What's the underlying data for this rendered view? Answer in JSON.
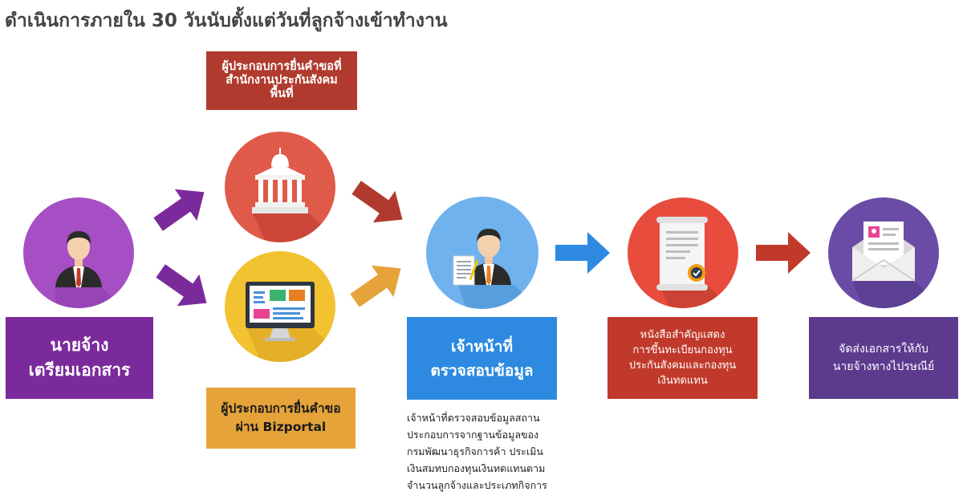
{
  "title": "ดำเนินการภายใน 30 วันนับตั้งแต่วันที่ลูกจ้างเข้าทำงาน",
  "colors": {
    "employer": "#7b2a9b",
    "sso": "#b03a2e",
    "bizportal": "#e5a33a",
    "officer": "#2d8ae0",
    "certificate": "#c0392b",
    "mail": "#5c3a8e"
  },
  "nodes": {
    "employer": {
      "icon": "businessman-icon",
      "lines": [
        "นายจ้าง",
        "เตรียมเอกสาร"
      ]
    },
    "sso_office": {
      "icon": "government-building-icon",
      "lines": [
        "ผู้ประกอบการยื่นคำขอที่",
        "สำนักงานประกันสังคม",
        "พื้นที่"
      ]
    },
    "bizportal": {
      "icon": "computer-monitor-icon",
      "lines": [
        "ผู้ประกอบการยื่นคำขอ",
        "ผ่าน Bizportal"
      ]
    },
    "officer": {
      "icon": "officer-document-icon",
      "lines": [
        "เจ้าหน้าที่",
        "ตรวจสอบข้อมูล"
      ],
      "note": [
        "เจ้าหน้าที่ตรวจสอบข้อมูลสถาน",
        "ประกอบการจากฐานข้อมูลของ",
        "กรมพัฒนาธุรกิจการค้า ประเมิน",
        "เงินสมทบกองทุนเงินทดแทนตาม",
        "จำนวนลูกจ้างและประเภทกิจการ"
      ]
    },
    "certificate": {
      "icon": "certificate-scroll-icon",
      "lines": [
        "หนังสือสำคัญแสดง",
        "การขึ้นทะเบียนกองทุน",
        "ประกันสังคมและกองทุน",
        "เงินทดแทน"
      ]
    },
    "mail": {
      "icon": "mail-envelope-icon",
      "lines": [
        "จัดส่งเอกสารให้กับ",
        "นายจ้างทางไปรษณีย์"
      ]
    }
  }
}
